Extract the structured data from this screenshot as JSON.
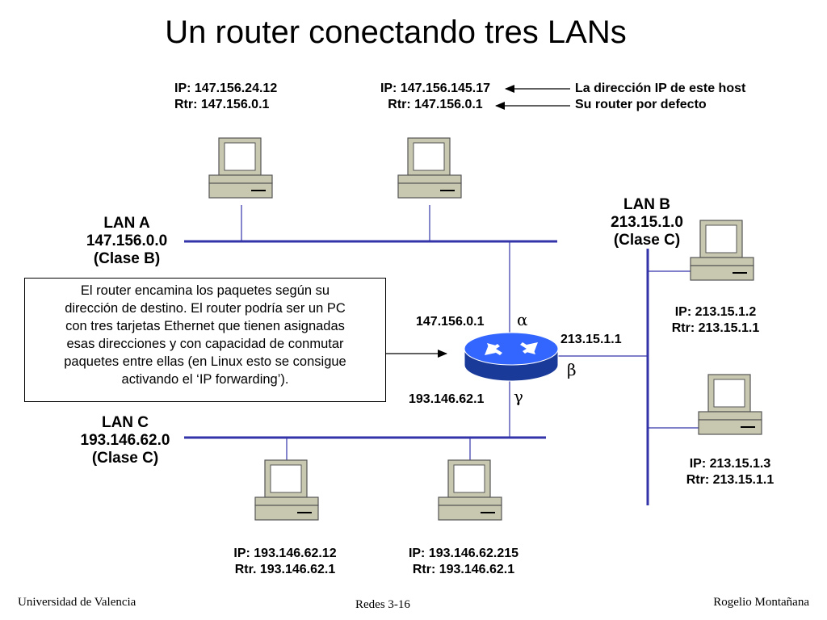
{
  "title": "Un router conectando tres LANs",
  "hosts": {
    "a1": {
      "ip": "IP: 147.156.24.12",
      "rtr": "Rtr: 147.156.0.1"
    },
    "a2": {
      "ip": "IP: 147.156.145.17",
      "rtr": "Rtr: 147.156.0.1"
    },
    "b1": {
      "ip": "IP: 213.15.1.2",
      "rtr": "Rtr: 213.15.1.1"
    },
    "b2": {
      "ip": "IP: 213.15.1.3",
      "rtr": "Rtr: 213.15.1.1"
    },
    "c1": {
      "ip": "IP: 193.146.62.12",
      "rtr": "Rtr. 193.146.62.1"
    },
    "c2": {
      "ip": "IP: 193.146.62.215",
      "rtr": "Rtr: 193.146.62.1"
    }
  },
  "annotations": {
    "host_ip": "La dirección IP de este host",
    "default_router": "Su router por defecto"
  },
  "lans": {
    "a": {
      "name": "LAN A",
      "network": "147.156.0.0",
      "class": "(Clase B)"
    },
    "b": {
      "name": "LAN B",
      "network": "213.15.1.0",
      "class": "(Clase C)"
    },
    "c": {
      "name": "LAN C",
      "network": "193.146.62.0",
      "class": "(Clase C)"
    }
  },
  "router": {
    "if_alpha_ip": "147.156.0.1",
    "if_beta_ip": "213.15.1.1",
    "if_gamma_ip": "193.146.62.1",
    "alpha": "α",
    "beta": "β",
    "gamma": "γ"
  },
  "note": [
    "El router encamina los paquetes según su",
    "dirección de destino. El router podría ser un PC",
    "con tres tarjetas Ethernet que tienen asignadas",
    "esas direcciones y con capacidad de conmutar",
    "paquetes entre ellas (en Linux esto se consigue",
    "activando el ‘IP forwarding’)."
  ],
  "footer": {
    "left": "Universidad de Valencia",
    "center": "Redes 3-16",
    "right": "Rogelio Montañana"
  },
  "colors": {
    "lan_line": "#3333aa",
    "router_blue": "#3366ff",
    "computer_body": "#c8c8b0"
  }
}
